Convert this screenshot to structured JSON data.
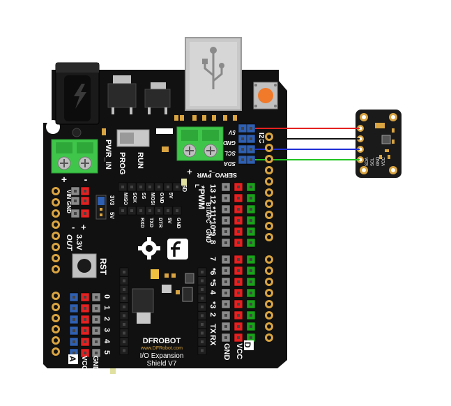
{
  "board": {
    "brand": "DFROBOT",
    "url": "www.DFRobot.com",
    "title_line1": "I/O Expansion",
    "title_line2": "Shield V7",
    "pwr_in": "PWR_IN",
    "plus": "+",
    "minus": "-",
    "prog": "PROG",
    "run": "RUN",
    "servo_pwr": "SERVO_PWR",
    "vin": "VIN",
    "gnd": "GND",
    "v3v3": "3V3",
    "v5": "5V",
    "out_3v3": "3.3V",
    "out": "OUT",
    "rst": "RST",
    "pwm": "*PWM",
    "bt_apc": "BT/APC",
    "d_label": "D",
    "a_label": "A",
    "vcc": "VCC",
    "i2c": "I2C",
    "i2c_pins": [
      "5V",
      "GND",
      "SCL",
      "SDA"
    ],
    "l_label": "L",
    "spi_pins": [
      "MISO",
      "SCK",
      "SS",
      "MOSI",
      "GND",
      "5V",
      "SD"
    ],
    "bt_pins": [
      "RXD",
      "TXD",
      "DTR",
      "5V",
      "GND"
    ],
    "digital_pins_top": [
      "13",
      "12",
      "*11",
      "*10",
      "*9",
      "8"
    ],
    "digital_pins_bottom": [
      "7",
      "*6",
      "*5",
      "4",
      "*3",
      "2",
      "TX",
      "RX"
    ],
    "analog_pins": [
      "0",
      "1",
      "2",
      "3",
      "4",
      "5"
    ]
  },
  "sensor": {
    "pin_labels": [
      "SDA",
      "SCL",
      "GND",
      "VCC"
    ]
  },
  "wires": [
    {
      "name": "5V",
      "color": "#e52020"
    },
    {
      "name": "GND",
      "color": "#111111"
    },
    {
      "name": "SCL",
      "color": "#1f2fd6"
    },
    {
      "name": "SDA",
      "color": "#22c422"
    }
  ],
  "colors": {
    "pcb": "#111111",
    "header_red": "#e32121",
    "header_green": "#1aa31a",
    "header_blue": "#2f5fb0",
    "header_gray": "#8a8a8a",
    "gold": "#d9a441",
    "terminal_green": "#3fc64a",
    "usb": "#bfbfbf",
    "reset_orange": "#f07a2a",
    "sensor_pcb": "#1a1a1a"
  }
}
